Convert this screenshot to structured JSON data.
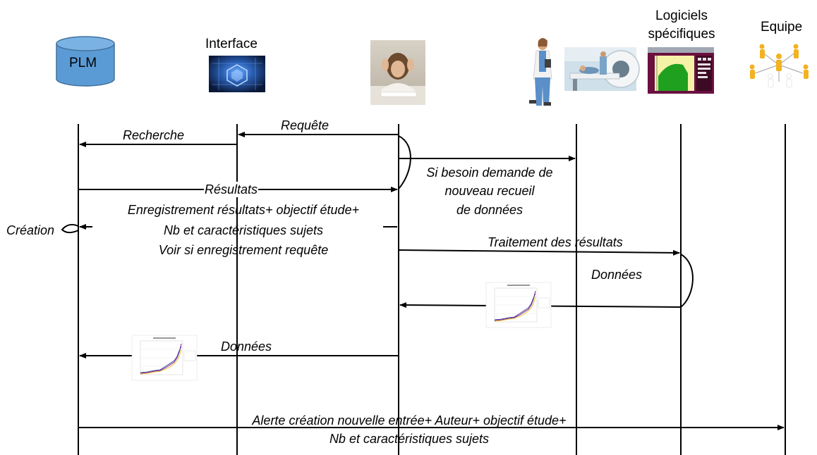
{
  "actors": {
    "plm": "PLM",
    "interface": "Interface",
    "logiciels_line1": "Logiciels",
    "logiciels_line2": "spécifiques",
    "equipe": "Equipe"
  },
  "messages": {
    "requete": "Requête",
    "recherche": "Recherche",
    "resultats": "Résultats",
    "si_besoin_1": "Si besoin demande de",
    "si_besoin_2": "nouveau recueil",
    "si_besoin_3": "de données",
    "enregistrement_1": "Enregistrement résultats+ objectif étude+",
    "enregistrement_2": "Nb et caractéristiques sujets",
    "enregistrement_3": "Voir si enregistrement requête",
    "creation": "Création",
    "traitement": "Traitement des résultats",
    "donnees_right": "Données",
    "donnees_left": "Données",
    "alerte_1": "Alerte création nouvelle entrée+ Auteur+ objectif étude+",
    "alerte_2": "Nb et caractéristiques sujets"
  },
  "colors": {
    "line": "#000000",
    "plm_fill": "#5b9bd5",
    "plm_stroke": "#41719c",
    "scanner_green": "#1fa01f",
    "software_bg": "#6b1040"
  },
  "icons": [
    "plm-database-icon",
    "interface-network-icon",
    "stressed-user-photo",
    "doctor-photo",
    "mri-scanner-photo",
    "specific-software-screenshot",
    "team-network-icon",
    "data-chart-thumbnail"
  ]
}
